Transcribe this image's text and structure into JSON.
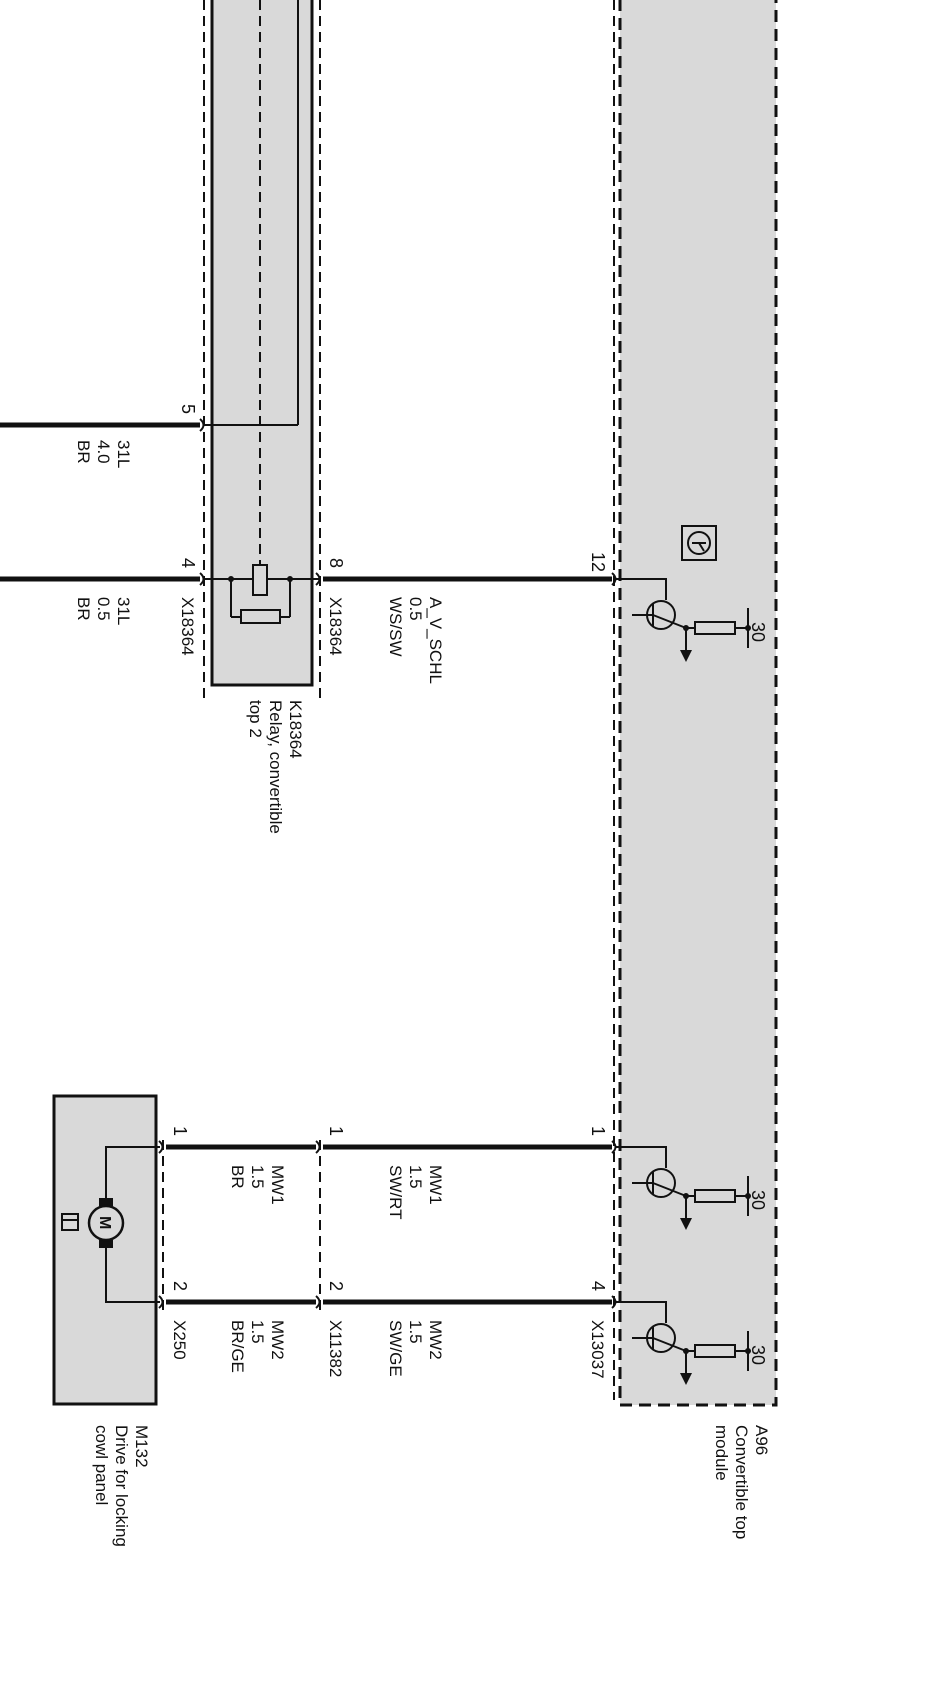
{
  "components": {
    "relay": {
      "id": "K18364",
      "name_line1": "Relay, convertible",
      "name_line2": "top 2",
      "connector_left": "X18364",
      "connector_right": "X18364",
      "pins": {
        "top": "5",
        "coil_left": "4",
        "coil_right": "8"
      }
    },
    "module": {
      "id": "A96",
      "name_line1": "Convertible top",
      "name_line2": "module",
      "connector": "X13037",
      "pins": {
        "p12": "12",
        "p1": "1",
        "p4": "4"
      },
      "terminal": "30"
    },
    "motor": {
      "id": "M132",
      "name_line1": "Drive for locking",
      "name_line2": "cowl panel",
      "connector": "X250",
      "pins": {
        "p1": "1",
        "p2": "2"
      },
      "motor_symbol": "M"
    },
    "mid_connector": {
      "id": "X11382",
      "pins": {
        "p1": "1",
        "p2": "2"
      }
    }
  },
  "wires": {
    "w_top": {
      "signal": "31L",
      "size": "4.0",
      "color": "BR"
    },
    "w_coil_left": {
      "signal": "31L",
      "size": "0.5",
      "color": "BR"
    },
    "w_coil_right": {
      "signal": "A_V_SCHL",
      "size": "0.5",
      "color": "WS/SW"
    },
    "w_mw1_right": {
      "signal": "MW1",
      "size": "1.5",
      "color": "SW/RT"
    },
    "w_mw1_left": {
      "signal": "MW1",
      "size": "1.5",
      "color": "BR"
    },
    "w_mw2_right": {
      "signal": "MW2",
      "size": "1.5",
      "color": "SW/GE"
    },
    "w_mw2_left": {
      "signal": "MW2",
      "size": "1.5",
      "color": "BR/GE"
    }
  },
  "icons": [
    "relay-coil-icon",
    "transistor-icon",
    "resistor-icon",
    "motor-icon",
    "ground-arrow-icon",
    "lamp-icon"
  ],
  "colors": {
    "fill": "#d9d9d9",
    "line": "#111111"
  }
}
